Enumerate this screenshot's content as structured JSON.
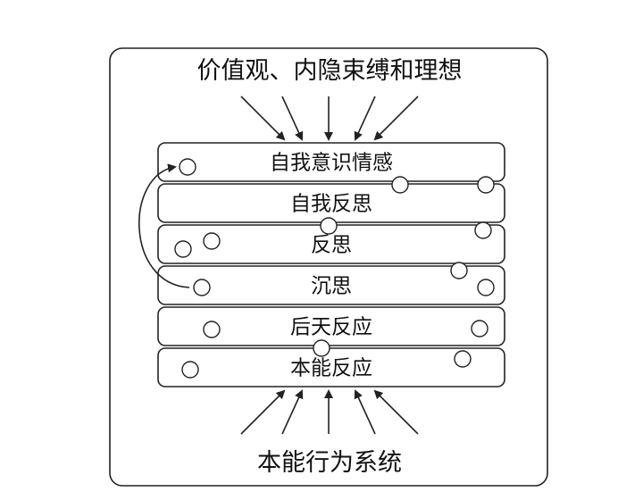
{
  "diagram": {
    "top_caption": "价值观、内隐束缚和理想",
    "bottom_caption": "本能行为系统",
    "layers": [
      {
        "label": "自我意识情感"
      },
      {
        "label": "自我反思"
      },
      {
        "label": "反思"
      },
      {
        "label": "沉思"
      },
      {
        "label": "后天反应"
      },
      {
        "label": "本能反应"
      }
    ],
    "colors": {
      "stroke": "#222222",
      "text": "#111111",
      "background": "#ffffff"
    }
  }
}
